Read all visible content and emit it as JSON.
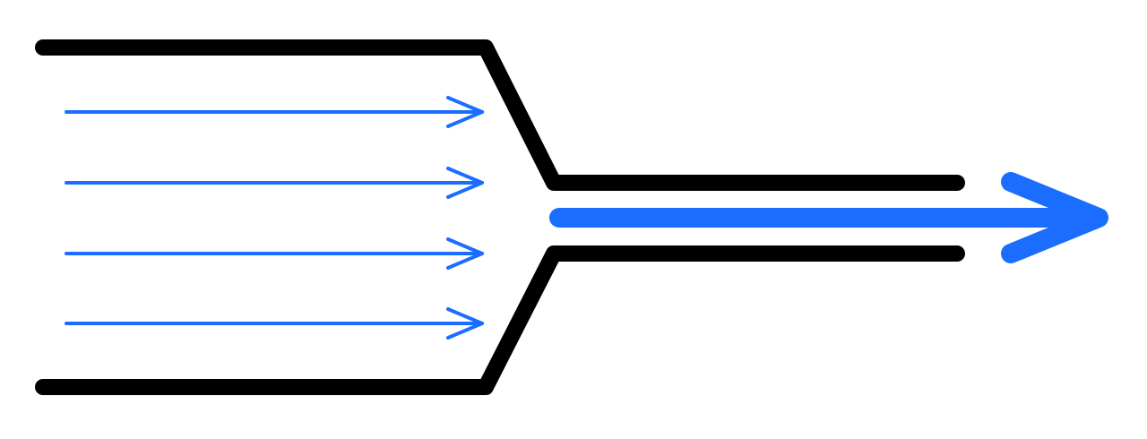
{
  "colors": {
    "wall": "#000000",
    "flow": "#1a6dff",
    "background": "#ffffff"
  },
  "diagram": {
    "walls": [
      {
        "name": "funnel-top-wall"
      },
      {
        "name": "funnel-bottom-wall"
      }
    ],
    "inflow_arrows": [
      {
        "name": "inflow-arrow-1"
      },
      {
        "name": "inflow-arrow-2"
      },
      {
        "name": "inflow-arrow-3"
      },
      {
        "name": "inflow-arrow-4"
      }
    ],
    "outflow_arrow": {
      "name": "outflow-arrow"
    }
  }
}
